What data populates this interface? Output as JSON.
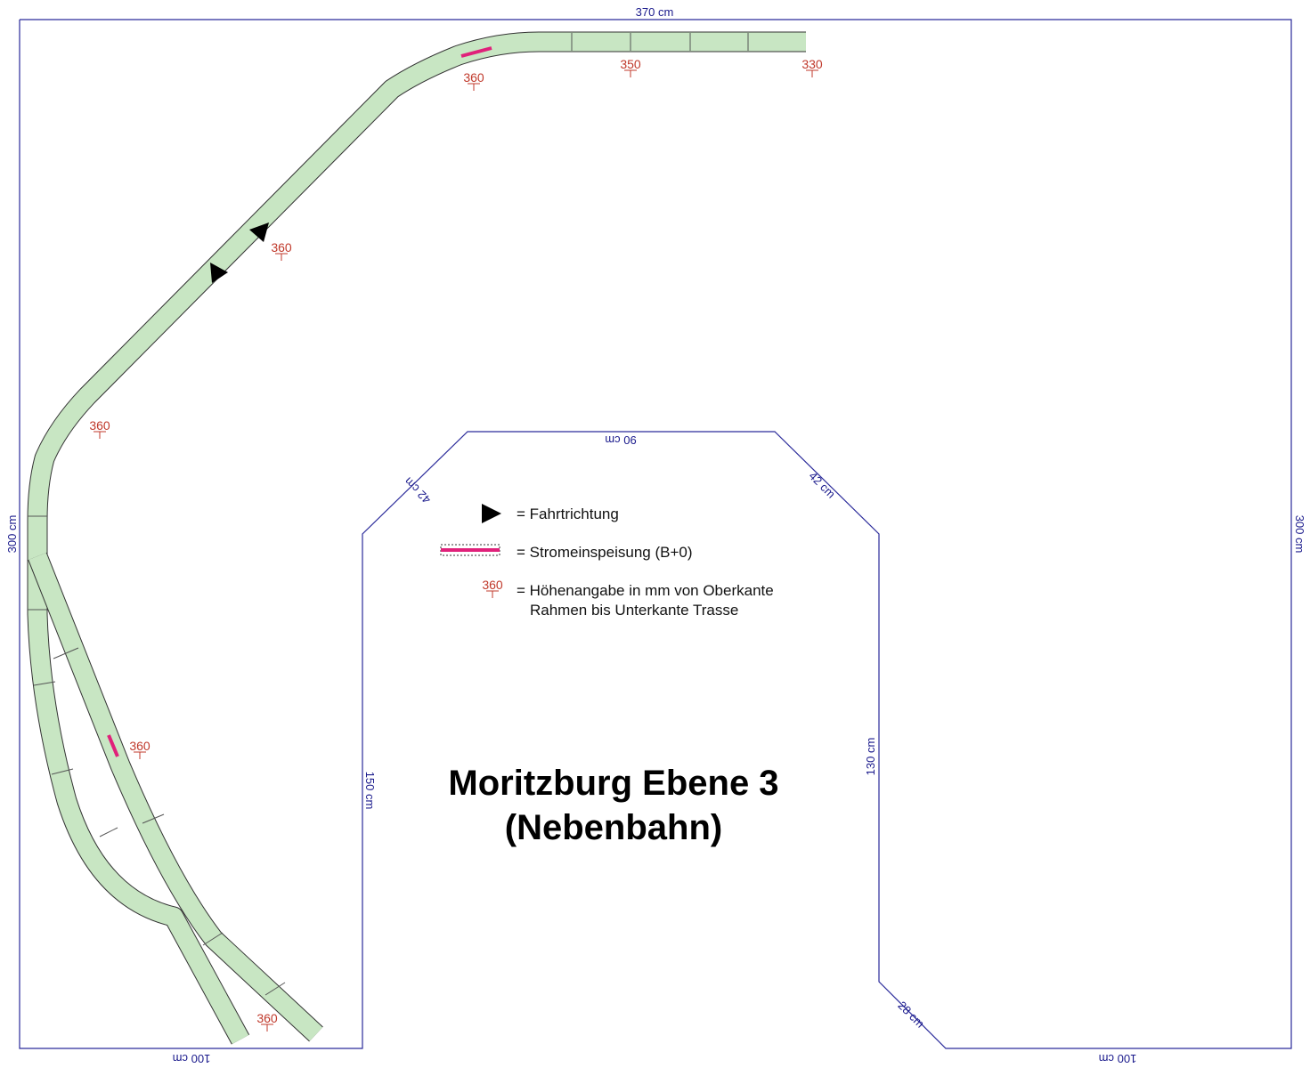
{
  "title": {
    "line1": "Moritzburg Ebene 3",
    "line2": "(Nebenbahn)"
  },
  "dimensions": {
    "top": "370 cm",
    "left": "300 cm",
    "right": "300 cm",
    "bottom_left": "100 cm",
    "bottom_right": "100 cm",
    "inner_top": "90 cm",
    "inner_diag_left": "42 cm",
    "inner_diag_right": "42 cm",
    "inner_left": "150 cm",
    "inner_right": "130 cm",
    "inner_diag_bottom": "28 cm"
  },
  "heights": {
    "h_top_curve": "360",
    "h_top_mid": "350",
    "h_top_end": "330",
    "h_diag": "360",
    "h_left_curve": "360",
    "h_branch": "360",
    "h_bottom": "360"
  },
  "legend": {
    "direction": "= Fahrtrichtung",
    "power": "= Stromeinspeisung (B+0)",
    "height_sample": "360",
    "height_line1": "= Höhenangabe in mm von Oberkante",
    "height_line2": "Rahmen bis Unterkante Trasse"
  },
  "colors": {
    "track": "#c8e6c3",
    "power_feed": "#e0217a",
    "dimension": "#1a1a8c",
    "height_marker": "#c0392b"
  }
}
